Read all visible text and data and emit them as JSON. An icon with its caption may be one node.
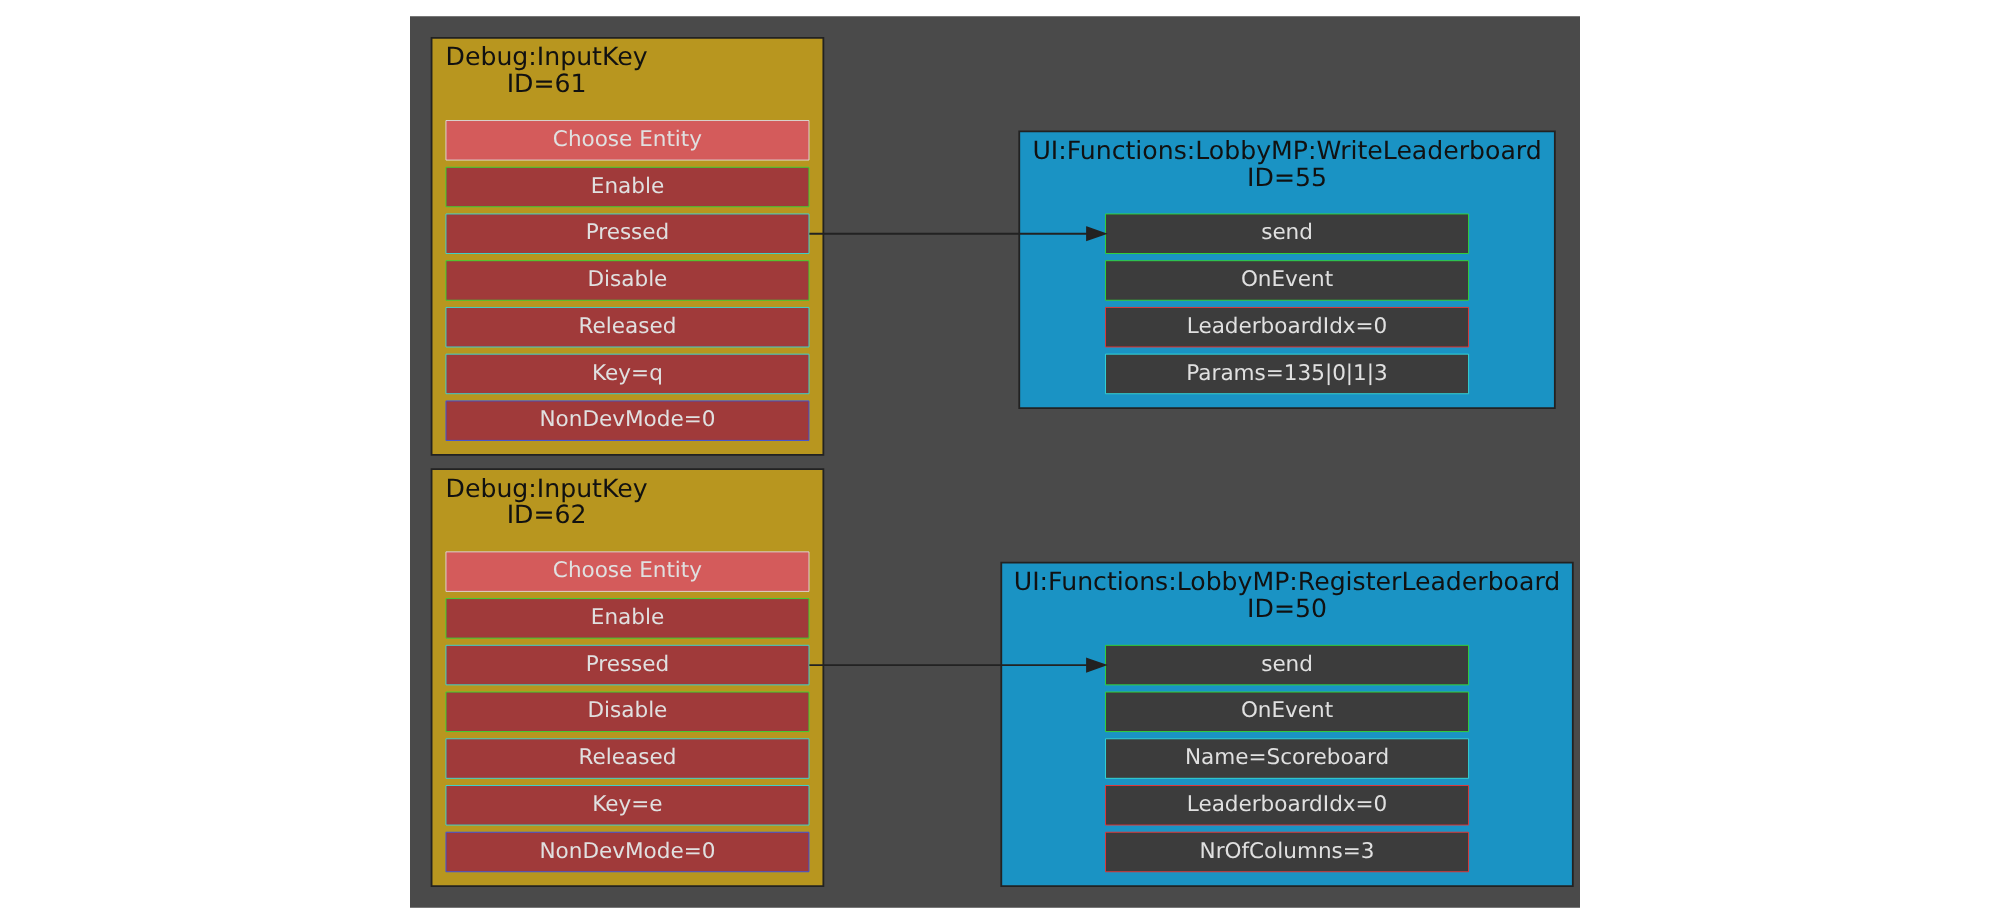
{
  "diagram": {
    "nodes": [
      {
        "text": [
          "Debug:InputKey",
          "ID=62"
        ]
      },
      {
        "text": [
          "Choose Entity"
        ],
        "in": 0
      },
      {
        "text": [
          "Enable"
        ],
        "in": 0
      },
      {
        "text": [
          "Pressed"
        ],
        "in": 0
      },
      {
        "text": [
          "Disable"
        ],
        "in": 0
      },
      {
        "text": [
          "Released"
        ],
        "in": 0
      },
      {
        "text": [
          "Key=e"
        ],
        "in": 0
      },
      {
        "text": [
          "NonDevMode=0"
        ],
        "in": 0
      },
      {
        "text": [
          "UI:Functions:LobbyMP:RegisterLeaderboard",
          "ID=50"
        ]
      },
      {
        "text": [
          "send"
        ],
        "in": 8
      },
      {
        "text": [
          "OnEvent"
        ],
        "in": 8
      },
      {
        "text": [
          "Name=Scoreboard"
        ],
        "in": 8
      },
      {
        "text": [
          "LeaderboardIdx=0"
        ],
        "in": 8
      },
      {
        "text": [
          "NrOfColumns=3"
        ],
        "in": 8
      },
      {
        "text": [
          "Debug:InputKey",
          "ID=61"
        ]
      },
      {
        "text": [
          "Choose Entity"
        ],
        "in": 14
      },
      {
        "text": [
          "Enable"
        ],
        "in": 14
      },
      {
        "text": [
          "Pressed"
        ],
        "in": 14
      },
      {
        "text": [
          "Disable"
        ],
        "in": 14
      },
      {
        "text": [
          "Released"
        ],
        "in": 14
      },
      {
        "text": [
          "Key=q"
        ],
        "in": 14
      },
      {
        "text": [
          "NonDevMode=0"
        ],
        "in": 14
      },
      {
        "text": [
          "UI:Functions:LobbyMP:WriteLeaderboard",
          "ID=55"
        ]
      },
      {
        "text": [
          "send"
        ],
        "in": 22
      },
      {
        "text": [
          "OnEvent"
        ],
        "in": 22
      },
      {
        "text": [
          "LeaderboardIdx=0"
        ],
        "in": 22
      },
      {
        "text": [
          "Params=135|0|1|3"
        ],
        "in": 22
      }
    ],
    "edges": [
      {
        "from": 3,
        "to": 9,
        "arrow": "to"
      },
      {
        "from": 17,
        "to": 23,
        "arrow": "to"
      }
    ]
  }
}
